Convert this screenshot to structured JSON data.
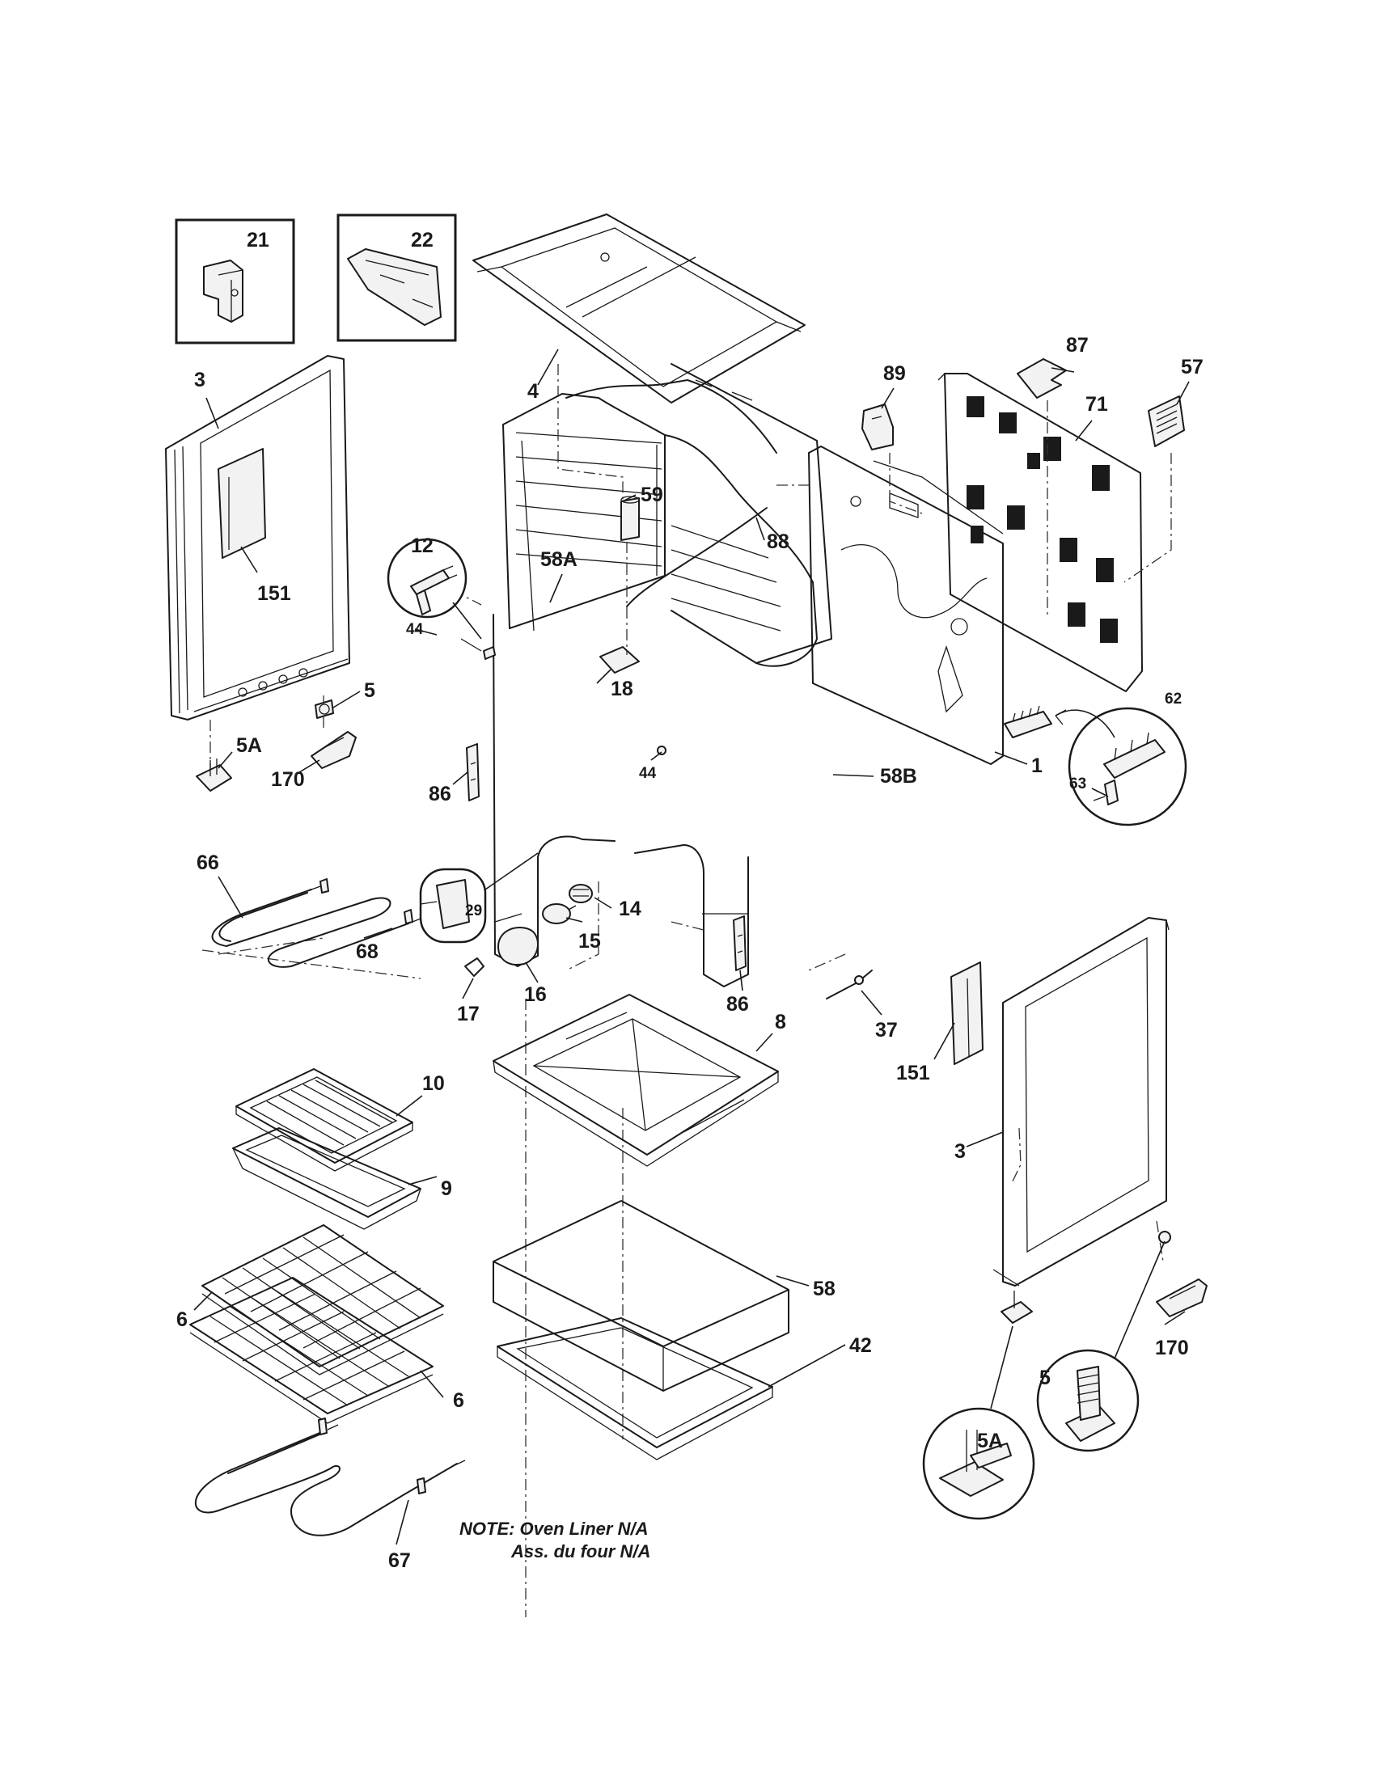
{
  "labels": {
    "p21": "21",
    "p22": "22",
    "p3_left": "3",
    "p4": "4",
    "p151_left": "151",
    "p89": "89",
    "p87": "87",
    "p57": "57",
    "p71": "71",
    "p59": "59",
    "p88": "88",
    "p12": "12",
    "p58A": "58A",
    "p44_top": "44",
    "p18": "18",
    "p5_left": "5",
    "p5A_left": "5A",
    "p170_left": "170",
    "p86_left": "86",
    "p44_mid": "44",
    "p58B": "58B",
    "p1": "1",
    "p62": "62",
    "p63": "63",
    "p66": "66",
    "p29": "29",
    "p14": "14",
    "p15": "15",
    "p68": "68",
    "p16": "16",
    "p86_right": "86",
    "p17": "17",
    "p37": "37",
    "p8": "8",
    "p151_right": "151",
    "p10": "10",
    "p9": "9",
    "p3_right": "3",
    "p58": "58",
    "p6_upper": "6",
    "p42": "42",
    "p6_lower": "6",
    "p170_right": "170",
    "p5_right": "5",
    "p5A_right": "5A",
    "p67": "67"
  },
  "note": {
    "line1": "NOTE: Oven Liner N/A",
    "line2": "Ass. du four N/A"
  }
}
